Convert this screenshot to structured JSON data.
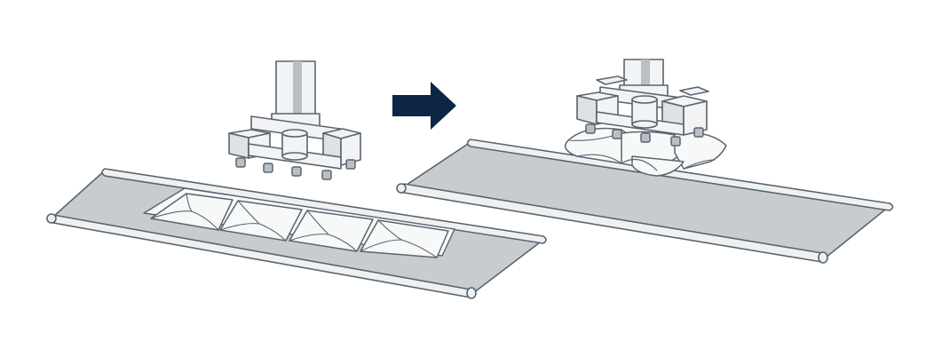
{
  "scene": {
    "background": "#ffffff",
    "stroke": "#5a6470",
    "belt_fill": "#c7cdcf",
    "roller_fill": "#eef1f2",
    "metal_light": "#f1f3f4",
    "metal_mid": "#dde2e4",
    "metal_dark": "#b9c0c4",
    "bag_fill": "#f7f8f8",
    "arrow_color": "#0e2646"
  },
  "steps": [
    {
      "state": "before-pick",
      "items": [
        "gripper-raised",
        "conveyor-with-bags"
      ]
    },
    {
      "state": "after-pick",
      "items": [
        "gripper-holding-bags",
        "empty-conveyor"
      ]
    }
  ],
  "transition_icon": "right-arrow-icon"
}
